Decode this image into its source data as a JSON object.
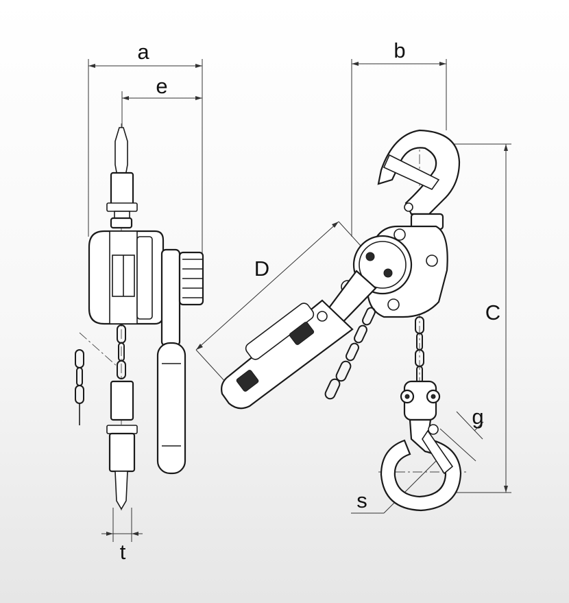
{
  "diagram": {
    "dimension_labels": {
      "a": "a",
      "e": "e",
      "b": "b",
      "c": "C",
      "d": "D",
      "g": "g",
      "s": "s",
      "t": "t"
    },
    "colors": {
      "background_top": "#ffffff",
      "background_bottom": "#e6e6e6",
      "line": "#1a1a1a"
    }
  }
}
